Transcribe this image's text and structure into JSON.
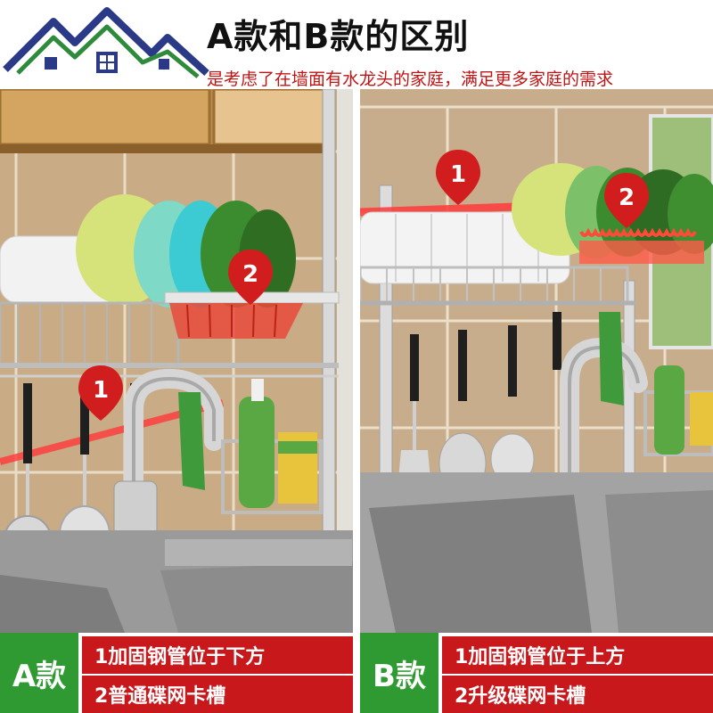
{
  "header": {
    "title": "A款和B款的区别",
    "subtitle": "是考虑了在墙面有水龙头的家庭，满足更多家庭的需求"
  },
  "panel_a": {
    "marker_1": "1",
    "marker_2": "2",
    "tag": "A款",
    "features": [
      "1加固钢管位于下方",
      "2普通碟网卡槽"
    ]
  },
  "panel_b": {
    "marker_1": "1",
    "marker_2": "2",
    "tag": "B款",
    "features": [
      "1加固钢管位于上方",
      "2升级碟网卡槽"
    ]
  },
  "colors": {
    "accent_red": "#c8181c",
    "accent_green": "#2f9a32",
    "subtitle_red": "#c01414"
  },
  "icons": {
    "logo": "house-roof-logo-icon",
    "marker": "map-pin-marker-icon"
  }
}
